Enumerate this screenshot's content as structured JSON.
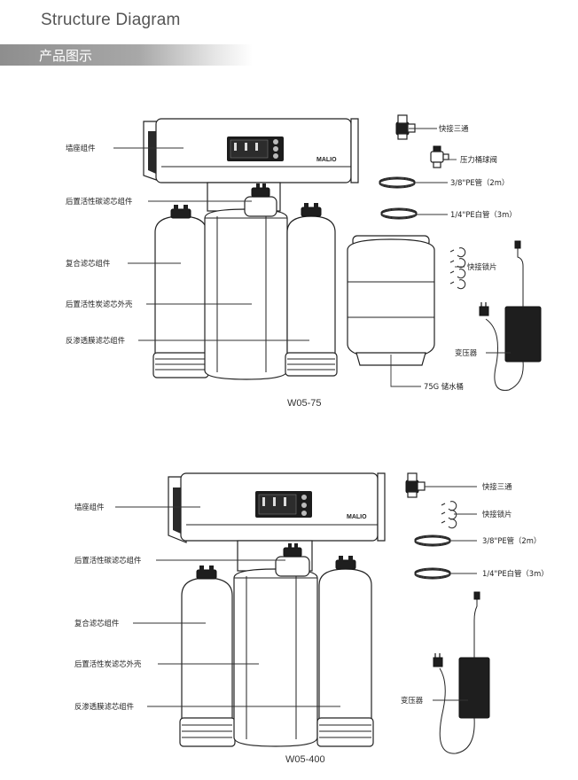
{
  "header": {
    "title": "Structure Diagram",
    "section_label": "产品图示"
  },
  "diagram_top": {
    "model": "W05-75",
    "brand": "MALIO",
    "labels": {
      "wall_mount": "墙座组件",
      "rear_carbon": "后置活性碳滤芯组件",
      "composite": "复合滤芯组件",
      "rear_carbon_shell": "后置活性炭滤芯外壳",
      "ro_membrane": "反渗透膜滤芯组件",
      "quick_tee": "快接三通",
      "tank_valve": "压力桶球阀",
      "pe_38": "3/8\"PE管（2m）",
      "pe_14": "1/4\"PE白管（3m）",
      "lock_clip": "快接锁片",
      "transformer": "变压器",
      "tank": "75G 储水桶"
    }
  },
  "diagram_bottom": {
    "model": "W05-400",
    "brand": "MALIO",
    "labels": {
      "wall_mount": "墙座组件",
      "rear_carbon": "后置活性碳滤芯组件",
      "composite": "复合滤芯组件",
      "rear_carbon_shell": "后置活性炭滤芯外壳",
      "ro_membrane": "反渗透膜滤芯组件",
      "quick_tee": "快接三通",
      "lock_clip": "快接锁片",
      "pe_38": "3/8\"PE管（2m）",
      "pe_14": "1/4\"PE白管（3m）",
      "transformer": "变压器"
    }
  }
}
